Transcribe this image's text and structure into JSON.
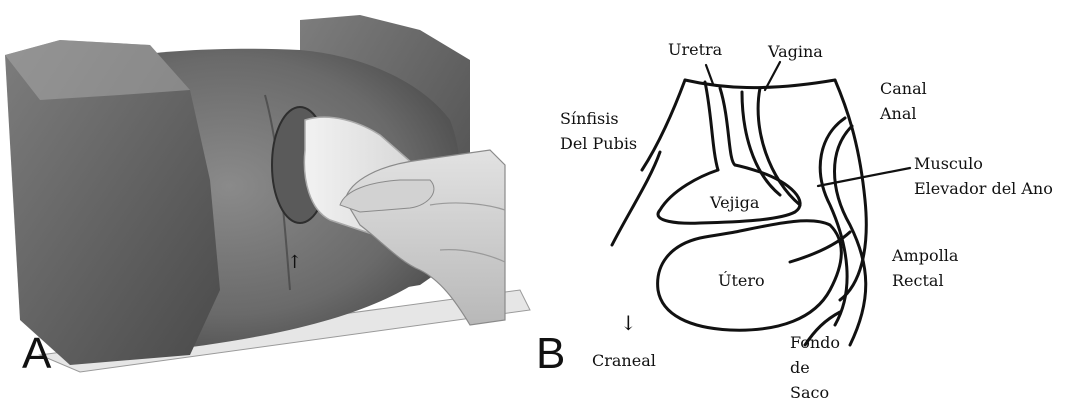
{
  "panel_a": {
    "letter": "A",
    "arrow_glyph": "↑"
  },
  "panel_b": {
    "letter": "B",
    "labels": {
      "uretra": "Uretra",
      "vagina": "Vagina",
      "canal": "Canal",
      "anal": "Anal",
      "sinfisis": "Sínfisis",
      "del_pubis": "Del Pubis",
      "musculo": "Musculo",
      "elevador": "Elevador del Ano",
      "vejiga": "Vejiga",
      "ampolla": "Ampolla",
      "rectal": "Rectal",
      "utero": "Útero",
      "fondo": "Fondo",
      "de": "de",
      "saco": "Saco",
      "craneal": "Craneal",
      "arrow_glyph": "↓"
    }
  }
}
